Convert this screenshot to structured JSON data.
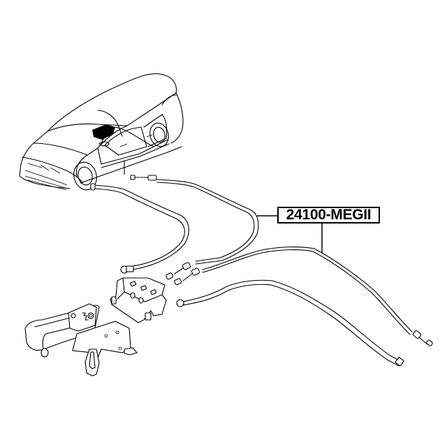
{
  "diagram": {
    "type": "exploded-parts-diagram",
    "subject": "parking brake cable assembly",
    "callout": {
      "part_number": "24100-MEGII",
      "points_to": [
        "cable-center",
        "cable-right-long"
      ]
    },
    "components": [
      {
        "id": "vehicle",
        "label": "hatchback car illustration"
      },
      {
        "id": "handbrake-lever",
        "label": "handbrake lever"
      },
      {
        "id": "equalizer-bracket",
        "label": "cable equalizer bracket"
      },
      {
        "id": "cable-left",
        "label": "brake cable (left)"
      },
      {
        "id": "cable-center",
        "label": "brake cable (center)"
      },
      {
        "id": "cable-right-long",
        "label": "brake cable (right long)"
      },
      {
        "id": "cable-right-lower",
        "label": "brake cable (right lower)"
      }
    ],
    "colors": {
      "line": "#000000",
      "background": "#ffffff"
    }
  }
}
